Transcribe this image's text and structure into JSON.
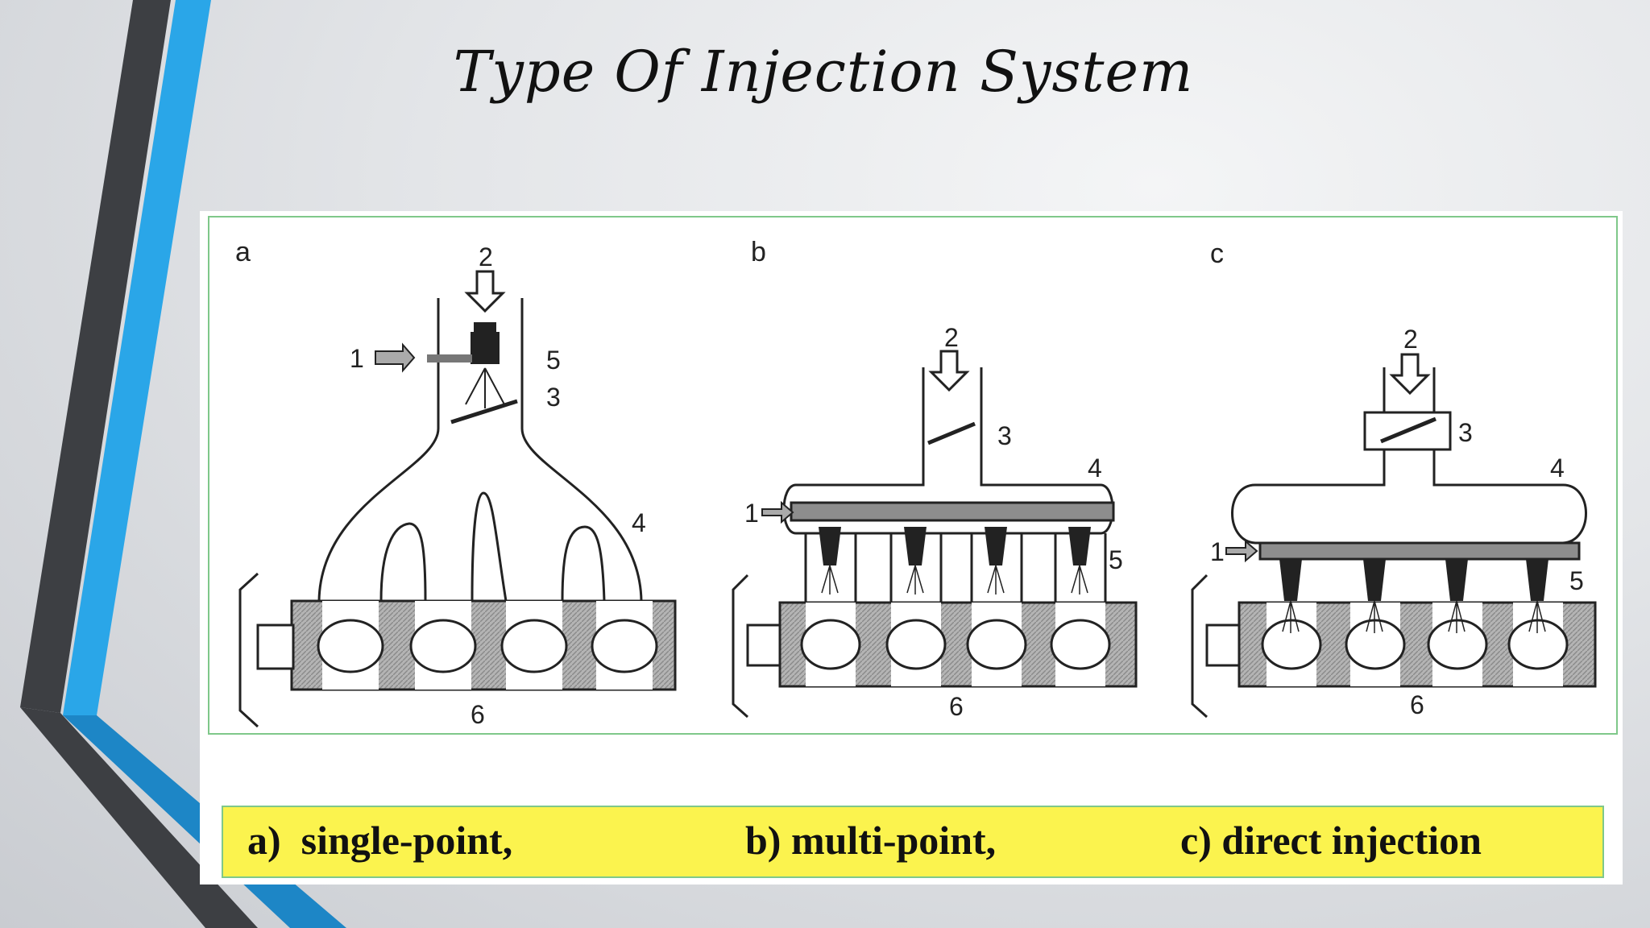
{
  "slide": {
    "title": "Type Of Injection System"
  },
  "figure": {
    "panels": [
      {
        "letter": "a",
        "labels": [
          "1",
          "2",
          "3",
          "4",
          "5",
          "6"
        ]
      },
      {
        "letter": "b",
        "labels": [
          "1",
          "2",
          "3",
          "4",
          "5",
          "6"
        ]
      },
      {
        "letter": "c",
        "labels": [
          "1",
          "2",
          "3",
          "4",
          "5",
          "6"
        ]
      }
    ],
    "caption": {
      "a": "a)  single-point,",
      "b": "b) multi-point,",
      "c": "c) direct injection"
    }
  },
  "colors": {
    "accent_blue": "#2aa6e8",
    "accent_dark": "#3d3f43",
    "caption_bg": "#fbf34e",
    "frame_border": "#7fc88a",
    "block_fill": "#a9a9a9"
  }
}
